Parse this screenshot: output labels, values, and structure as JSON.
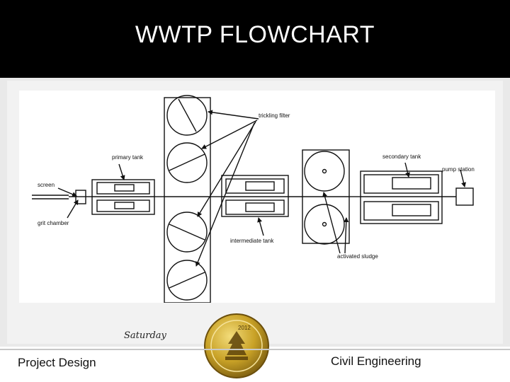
{
  "slide": {
    "title": "WWTP FLOWCHART",
    "date_text": "Saturday",
    "footer_left": "Project Design",
    "footer_right": "Civil Engineering",
    "seal_text": "2012"
  },
  "diagram": {
    "labels": {
      "trickling_filter": "trickling filter",
      "primary_tank": "primary tank",
      "screen": "screen",
      "grit_chamber": "grit chamber",
      "intermediate_tank": "intermediate tank",
      "secondary_tank": "secondary tank",
      "pump_station": "pump station",
      "activated_sludge": "activated sludge"
    }
  },
  "colors": {
    "header": "#000000",
    "line": "#111111",
    "seal_gold": "#c9a227"
  }
}
